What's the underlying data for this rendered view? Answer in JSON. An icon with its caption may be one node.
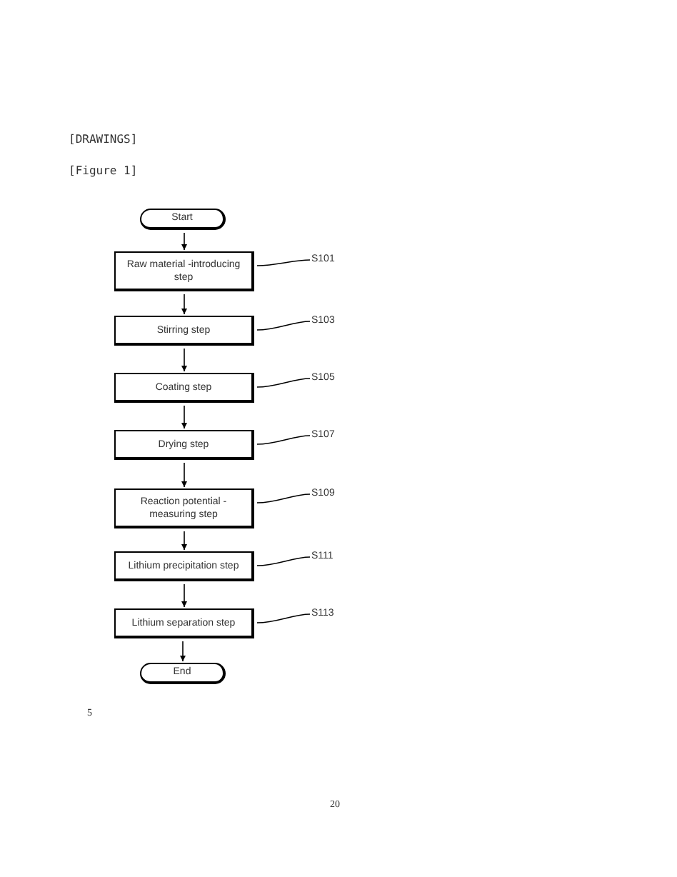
{
  "diagram": {
    "nodes": [
      {
        "text": [
          "Start"
        ]
      },
      {
        "text": [
          "Raw material -introducing step"
        ]
      },
      {
        "text": [
          "Stirring step"
        ]
      },
      {
        "text": [
          "Coating step"
        ]
      },
      {
        "text": [
          "Drying step"
        ]
      },
      {
        "text": [
          "Reaction potential -measuring step"
        ]
      },
      {
        "text": [
          "Lithium precipitation step"
        ]
      },
      {
        "text": [
          "Lithium separation step"
        ]
      },
      {
        "text": [
          "End"
        ]
      },
      {
        "text": [
          "S101"
        ]
      },
      {
        "text": [
          "S103"
        ]
      },
      {
        "text": [
          "S105"
        ]
      },
      {
        "text": [
          "S107"
        ]
      },
      {
        "text": [
          "S109"
        ]
      },
      {
        "text": [
          "S111"
        ]
      },
      {
        "text": [
          "S113"
        ]
      }
    ],
    "edges": [
      {
        "from": 0,
        "to": 1,
        "arrow": "to"
      },
      {
        "from": 1,
        "to": 2,
        "arrow": "to"
      },
      {
        "from": 2,
        "to": 3,
        "arrow": "to"
      },
      {
        "from": 3,
        "to": 4,
        "arrow": "to"
      },
      {
        "from": 4,
        "to": 5,
        "arrow": "to"
      },
      {
        "from": 5,
        "to": 6,
        "arrow": "to"
      },
      {
        "from": 6,
        "to": 7,
        "arrow": "to"
      },
      {
        "from": 7,
        "to": 8,
        "arrow": "to"
      },
      {
        "from": 9,
        "to": 1,
        "arrow": "none"
      },
      {
        "from": 10,
        "to": 2,
        "arrow": "none"
      },
      {
        "from": 11,
        "to": 3,
        "arrow": "none"
      },
      {
        "from": 12,
        "to": 4,
        "arrow": "none"
      },
      {
        "from": 13,
        "to": 5,
        "arrow": "none"
      },
      {
        "from": 14,
        "to": 6,
        "arrow": "none"
      },
      {
        "from": 15,
        "to": 7,
        "arrow": "none"
      }
    ],
    "labels": [
      "[DRAWINGS]",
      "[Figure 1]",
      "5",
      "20"
    ]
  }
}
